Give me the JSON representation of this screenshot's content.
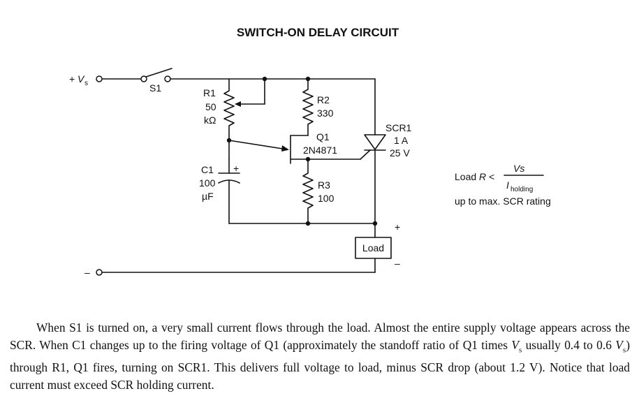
{
  "title": "SWITCH-ON DELAY CIRCUIT",
  "labels": {
    "vs_plus": "+",
    "vs_v": "V",
    "vs_sub": "s",
    "s1": "S1",
    "r1_name": "R1",
    "r1_val1": "50",
    "r1_val2": "kΩ",
    "r2_name": "R2",
    "r2_val": "330",
    "q1_name": "Q1",
    "q1_part": "2N4871",
    "scr_name": "SCR1",
    "scr_current": "1 A",
    "scr_voltage": "25 V",
    "c1_name": "C1",
    "c1_val1": "100",
    "c1_val2": "µF",
    "c1_plus": "+",
    "r3_name": "R3",
    "r3_val": "100",
    "load": "Load",
    "load_plus": "+",
    "load_minus": "–",
    "ground_minus": "–"
  },
  "formula": {
    "lhs": "Load ",
    "lhs_r": "R",
    "lt": " <",
    "numerator": "Vs",
    "denom_i": "I",
    "denom_sub": "holding",
    "note": "up to max. SCR rating"
  },
  "caption": {
    "p1": "When S1 is turned on, a very small current flows through the load. Almost the entire supply voltage appears across the SCR. When C1 changes up to the firing voltage of Q1 (approximately the standoff ratio of Q1 times ",
    "v1": "V",
    "s1": "s",
    "p2": " usually 0.4 to 0.6 ",
    "v2": "V",
    "s2": "s",
    "p3": ") through R1, Q1 fires, turning on SCR1. This delivers full voltage to load, minus SCR drop (about 1.2 V). Notice that load current must exceed SCR holding current."
  }
}
